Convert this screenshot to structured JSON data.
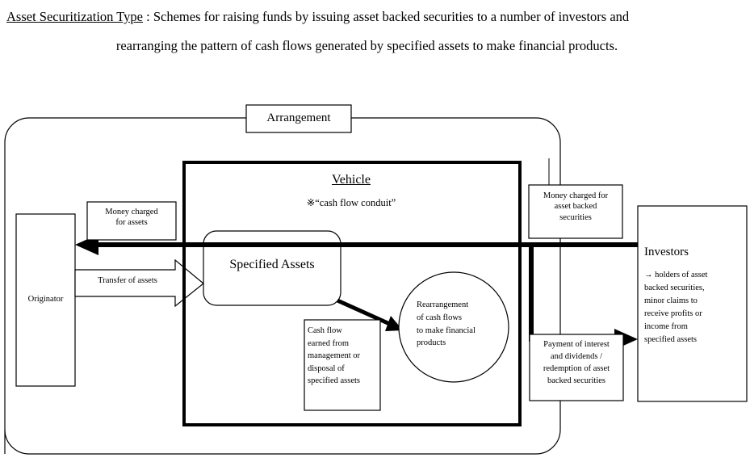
{
  "caption": {
    "term": "Asset Securitization Type",
    "separator": " : ",
    "line1_rest": "Schemes for raising funds by issuing asset backed securities to a number of investors and",
    "line2": "rearranging the pattern of cash flows generated by specified assets to make financial products."
  },
  "diagram": {
    "arrangement_label": "Arrangement",
    "vehicle_title": "Vehicle",
    "vehicle_subtitle": "※“cash flow conduit”",
    "originator_label": "Originator",
    "specified_assets_label": "Specified Assets",
    "money_for_assets_label": "Money charged\nfor assets",
    "transfer_of_assets_label": "Transfer of assets",
    "cash_flow_box_label": "Cash flow\nearned from\nmanagement or\ndisposal of\nspecified assets",
    "rearrangement_circle_label": "Rearrangement\nof cash flows\nto make financial\nproducts",
    "money_for_abs_label": "Money charged for\nasset backed\nsecurities",
    "payment_label": "Payment of interest\nand dividends /\nredemption of asset\nbacked securities",
    "investors_title": "Investors",
    "investors_detail": "→   holders of   asset\n backed securities,\n minor claims to\n receive profits or\n income from\n specified assets"
  },
  "colors": {
    "stroke": "#000000",
    "background": "#ffffff"
  }
}
